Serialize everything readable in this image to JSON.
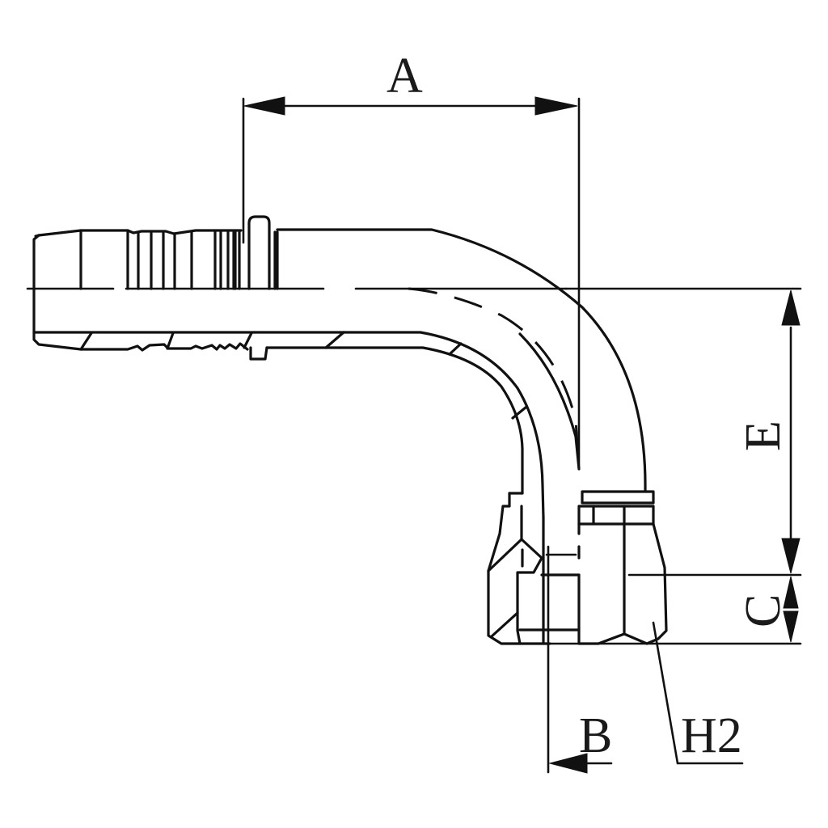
{
  "drawing": {
    "subject": "90 degree hose fitting with swivel nut",
    "line_color": "#111111",
    "background": "#ffffff"
  },
  "dimensions": {
    "A": {
      "label": "A",
      "description": "horizontal offset from collar to vertical centerline"
    },
    "E": {
      "label": "E",
      "description": "vertical height from horizontal centerline to nut seat"
    },
    "C": {
      "label": "C",
      "description": "nut thread length"
    },
    "B": {
      "label": "B",
      "description": "bore offset"
    },
    "H2": {
      "label": "H2",
      "description": "hex nut size"
    }
  }
}
